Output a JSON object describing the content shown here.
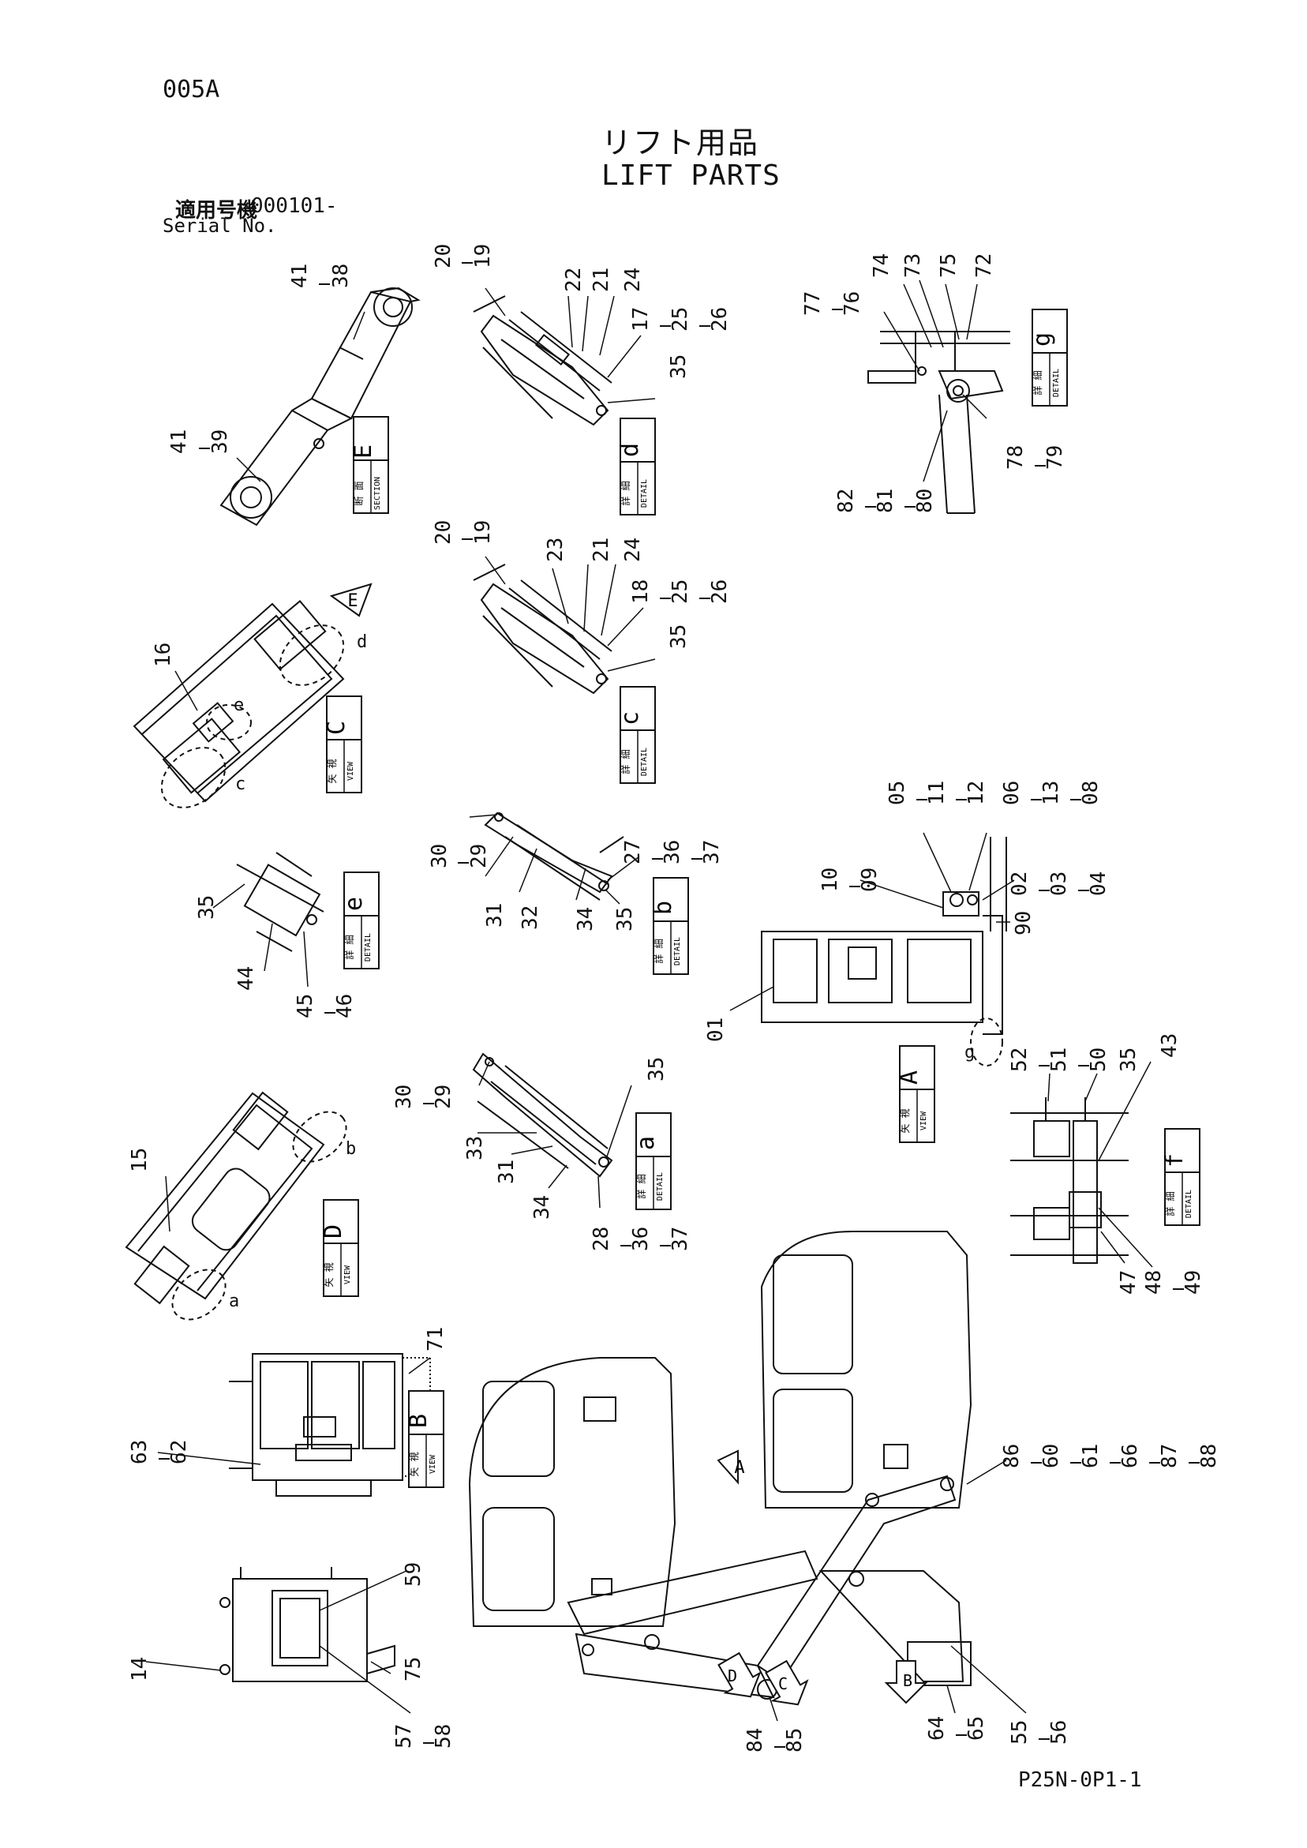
{
  "page_code": "005A",
  "title_jp": "リフト用品",
  "title_en": "LIFT PARTS",
  "serial_label_jp": "適用号機",
  "serial_value": "000101-",
  "serial_label_en": "Serial No.",
  "doc_code": "P25N-0P1-1",
  "boxes": {
    "detail_jp": "詳 細",
    "detail_en": "DETAIL",
    "view_jp": "矢 視",
    "view_en": "VIEW",
    "section_jp": "断 面",
    "section_en": "SECTION"
  },
  "letters": {
    "A": "A",
    "B": "B",
    "C": "C",
    "D": "D",
    "E": "E",
    "a": "a",
    "b": "b",
    "c": "c",
    "d": "d",
    "e": "e",
    "f": "f",
    "g": "g"
  },
  "callouts": {
    "c41_38": [
      "41",
      "38"
    ],
    "c41_39": [
      "41",
      "39"
    ],
    "c20_19_d": [
      "20",
      "19"
    ],
    "c22": "22",
    "c21_d": "21",
    "c24_d": "24",
    "c17_25_26": [
      "17",
      "25",
      "26"
    ],
    "c35_d": "35",
    "c77_76": [
      "77",
      "76"
    ],
    "c74": "74",
    "c73": "73",
    "c75_g": "75",
    "c72": "72",
    "c78_79": [
      "78",
      "79"
    ],
    "c82_81_80": [
      "82",
      "81",
      "80"
    ],
    "c20_19_c": [
      "20",
      "19"
    ],
    "c23": "23",
    "c21_c": "21",
    "c24_c": "24",
    "c18_25_26": [
      "18",
      "25",
      "26"
    ],
    "c35_c": "35",
    "c16": "16",
    "c30_29_b": [
      "30",
      "29"
    ],
    "c27_36_37": [
      "27",
      "36",
      "37"
    ],
    "c31_b": "31",
    "c32": "32",
    "c34_b": "34",
    "c35_b": "35",
    "c05_11_12": [
      "05",
      "11",
      "12"
    ],
    "c06_13_08": [
      "06",
      "13",
      "08"
    ],
    "c10_09": [
      "10",
      "09"
    ],
    "c02_03_04": [
      "02",
      "03",
      "04"
    ],
    "c90": "90",
    "c01": "01",
    "c35_e": "35",
    "c44": "44",
    "c45_46": [
      "45",
      "46"
    ],
    "c52_51_50": [
      "52",
      "51",
      "50"
    ],
    "c35_f": "35",
    "c43": "43",
    "c47": "47",
    "c48_49": [
      "48",
      "49"
    ],
    "c15": "15",
    "c30_29_a": [
      "30",
      "29"
    ],
    "c35_a": "35",
    "c33": "33",
    "c31_a": "31",
    "c34_a": "34",
    "c28_36_37": [
      "28",
      "36",
      "37"
    ],
    "c71": "71",
    "c63_62": [
      "63",
      "62"
    ],
    "c86_60_61_66_87_88": [
      "86",
      "60",
      "61",
      "66",
      "87",
      "88"
    ],
    "c59": "59",
    "c14": "14",
    "c75_bot": "75",
    "c57_58": [
      "57",
      "58"
    ],
    "c84_85": [
      "84",
      "85"
    ],
    "c64_65": [
      "64",
      "65"
    ],
    "c55_56": [
      "55",
      "56"
    ]
  }
}
